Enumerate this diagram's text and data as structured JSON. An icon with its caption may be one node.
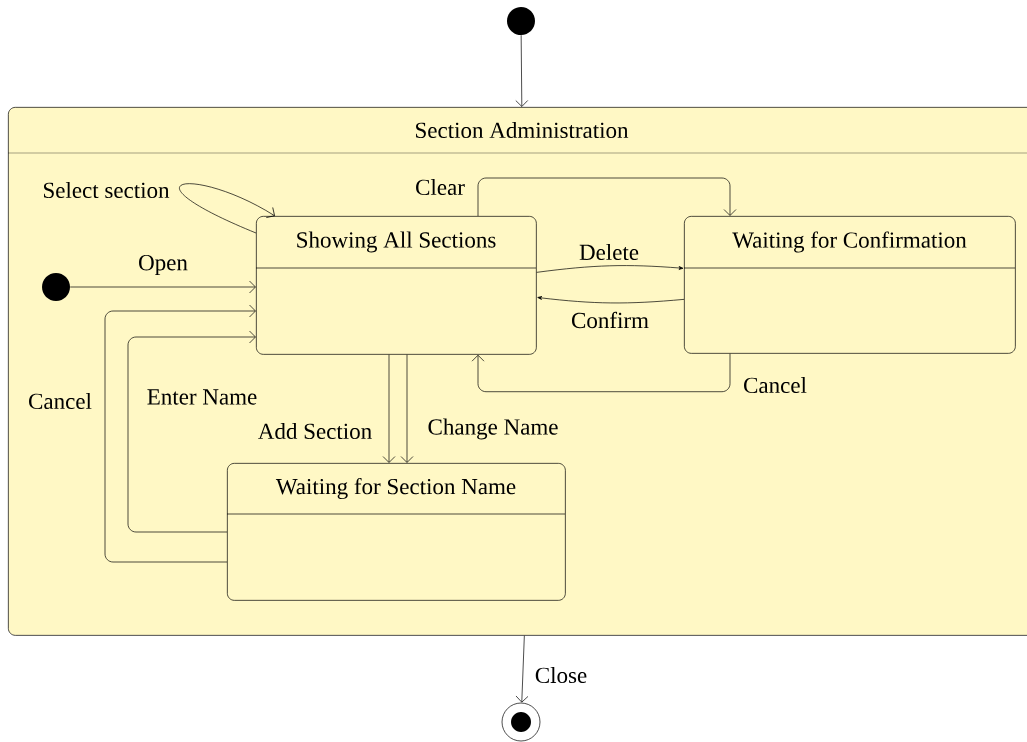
{
  "diagram": {
    "nodes": [
      {
        "text": [],
        "shape": "circle"
      },
      {
        "text": [
          "Section Administration"
        ]
      },
      {
        "text": [],
        "shape": "circle",
        "in": 1
      },
      {
        "text": [
          "Showing All Sections"
        ],
        "in": 1
      },
      {
        "text": [
          "Waiting for Confirmation"
        ],
        "in": 1
      },
      {
        "text": [
          "Waiting for Section Name"
        ],
        "in": 1
      },
      {
        "text": [],
        "shape": "circle"
      }
    ],
    "edges": [
      {
        "from": 0,
        "to": 1,
        "arrow": "to"
      },
      {
        "from": 1,
        "to": 6,
        "arrow": "to",
        "label": "Close"
      },
      {
        "from": 2,
        "to": 3,
        "arrow": "to",
        "label": "Open"
      },
      {
        "from": 3,
        "to": 3,
        "arrow": "to",
        "label": "Select section"
      },
      {
        "from": 3,
        "to": 4,
        "arrow": "to",
        "label": "Clear"
      },
      {
        "from": 3,
        "to": 4,
        "arrow": "to",
        "label": "Delete"
      },
      {
        "from": 4,
        "to": 3,
        "arrow": "to",
        "label": "Confirm"
      },
      {
        "from": 4,
        "to": 3,
        "arrow": "to",
        "label": "Cancel"
      },
      {
        "from": 3,
        "to": 5,
        "arrow": "to",
        "label": "Add Section"
      },
      {
        "from": 3,
        "to": 5,
        "arrow": "to",
        "label": "Change Name"
      },
      {
        "from": 5,
        "to": 3,
        "arrow": "to",
        "label": "Enter Name"
      },
      {
        "from": 5,
        "to": 3,
        "arrow": "to",
        "label": "Cancel"
      }
    ]
  }
}
